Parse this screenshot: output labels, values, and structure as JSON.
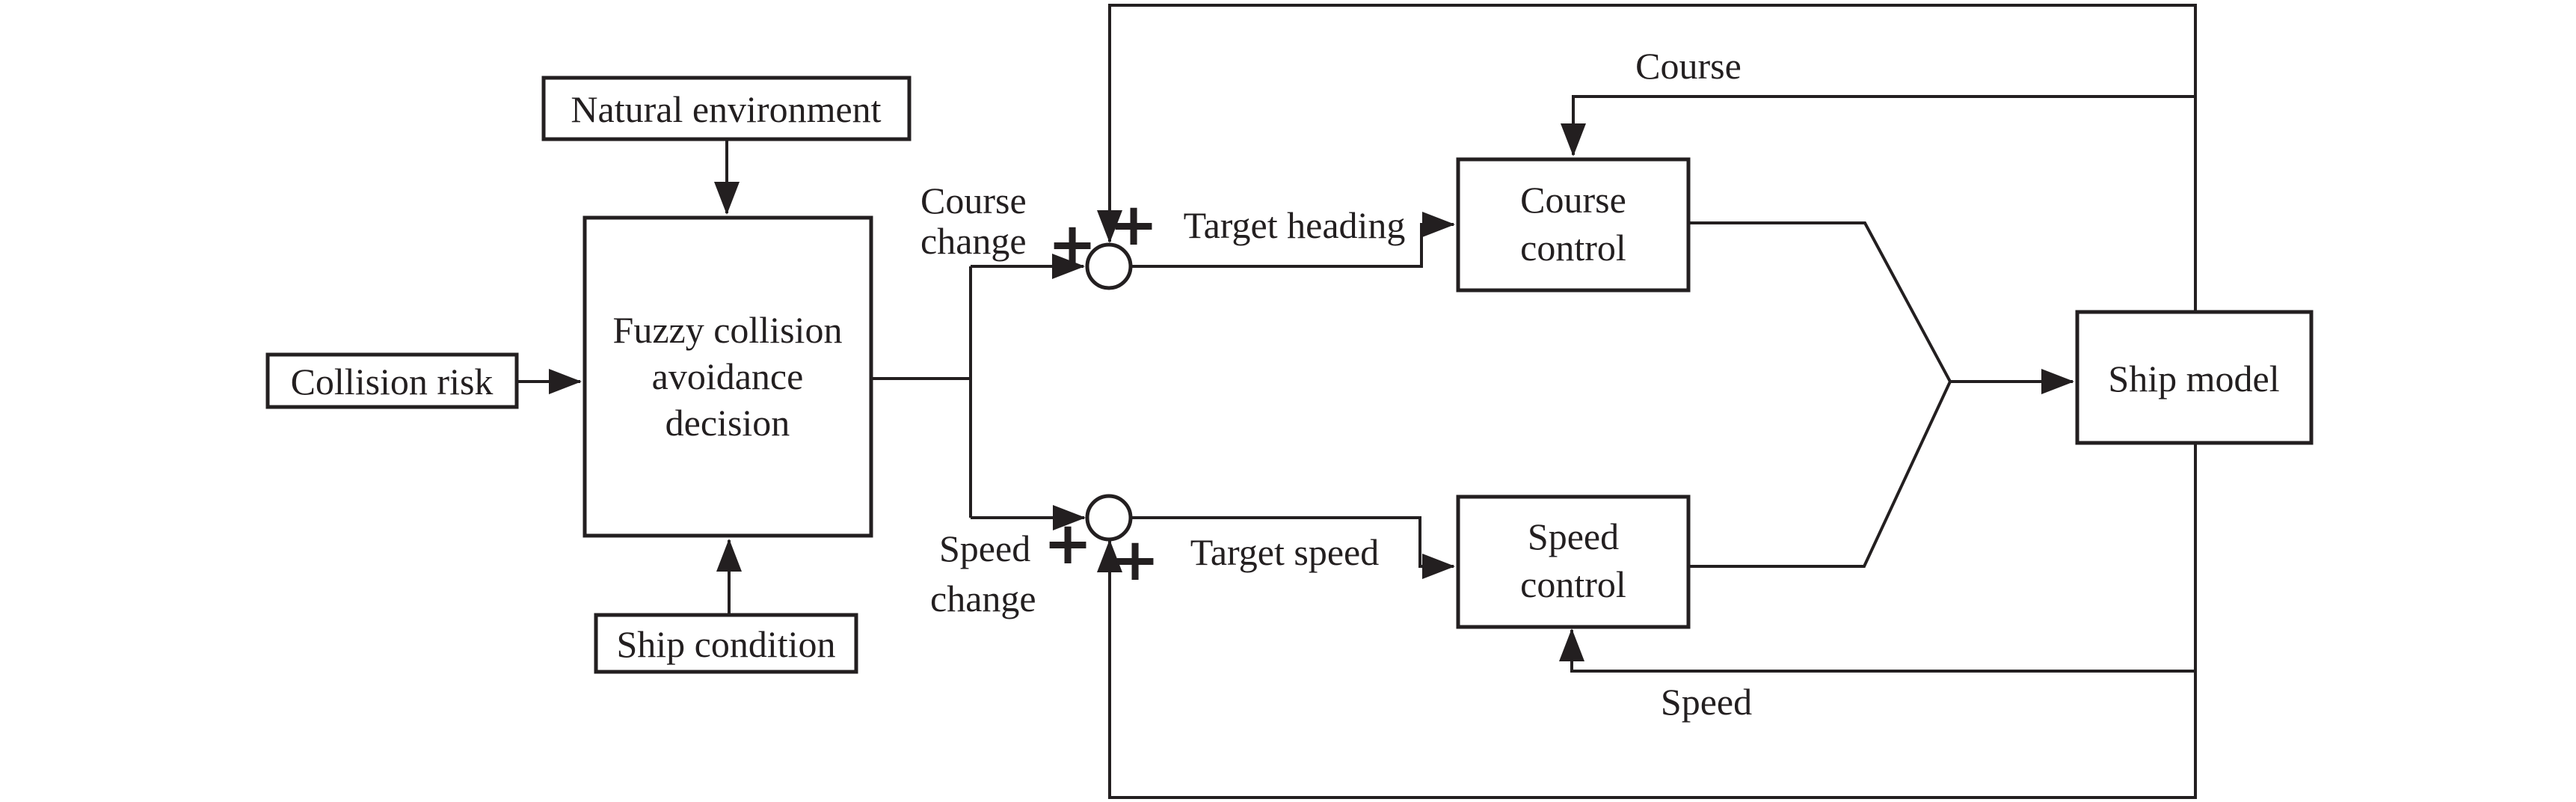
{
  "figure": {
    "background_color": "#ffffff",
    "ink_color": "#231f20",
    "boxes": {
      "collision_risk": {
        "label": "Collision risk"
      },
      "natural_environment": {
        "label": "Natural environment"
      },
      "fuzzy_decision": {
        "line1": "Fuzzy collision",
        "line2": "avoidance",
        "line3": "decision"
      },
      "ship_condition": {
        "label": "Ship condition"
      },
      "course_control": {
        "line1": "Course",
        "line2": "control"
      },
      "speed_control": {
        "line1": "Speed",
        "line2": "control"
      },
      "ship_model": {
        "label": "Ship model"
      }
    },
    "signal_labels": {
      "course_change_line1": "Course",
      "course_change_line2": "change",
      "speed_change_line1": "Speed",
      "speed_change_line2": "change",
      "target_heading": "Target heading",
      "target_speed": "Target speed",
      "course_feedback": "Course",
      "speed_feedback": "Speed"
    },
    "junction_signs": {
      "course_input_sign": "+",
      "course_feedback_sign": "+",
      "speed_input_sign": "+",
      "speed_feedback_sign": "+"
    }
  }
}
